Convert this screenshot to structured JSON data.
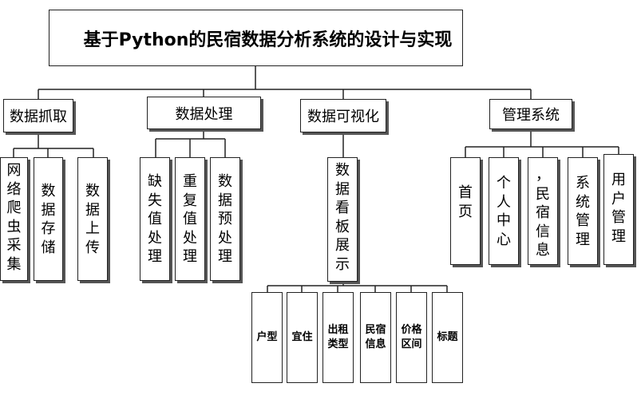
{
  "title": "基于Python的民宿数据分析系统的设计与实现",
  "modules": [
    {
      "label": "数据抓取",
      "children": [
        "网络爬虫采集",
        "数据存储",
        "数据上传"
      ]
    },
    {
      "label": "数据处理",
      "children": [
        "缺失值处理",
        "重复值处理",
        "数据预处理"
      ]
    },
    {
      "label": "数据可视化",
      "children": [
        "数据看板展示"
      ],
      "leaves": [
        "户型",
        "宜住",
        "出租类型",
        "民宿信息",
        "价格区间",
        "标题"
      ]
    },
    {
      "label": "管理系统",
      "children": [
        "首页",
        "个人中心",
        "，民宿信息",
        "系统管理",
        "用户管理"
      ]
    }
  ],
  "colors": {
    "line": "#222222",
    "shadow": "#555555",
    "background": "#ffffff"
  }
}
